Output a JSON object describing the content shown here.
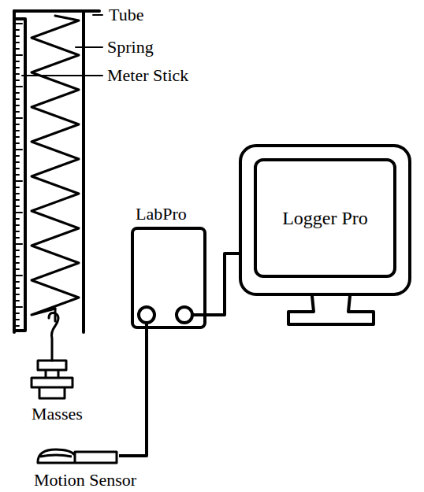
{
  "diagram": {
    "nodes": [
      {
        "text": [
          "LabPro"
        ]
      },
      {
        "text": [
          "Logger Pro"
        ]
      },
      {
        "text": [
          "Motion Sensor"
        ]
      }
    ],
    "edges": [
      {
        "from": 2,
        "to": 0,
        "arrow": "none"
      },
      {
        "from": 0,
        "to": 1,
        "arrow": "none"
      }
    ],
    "labels": [
      "Tube",
      "Spring",
      "Meter Stick",
      "Masses"
    ]
  }
}
